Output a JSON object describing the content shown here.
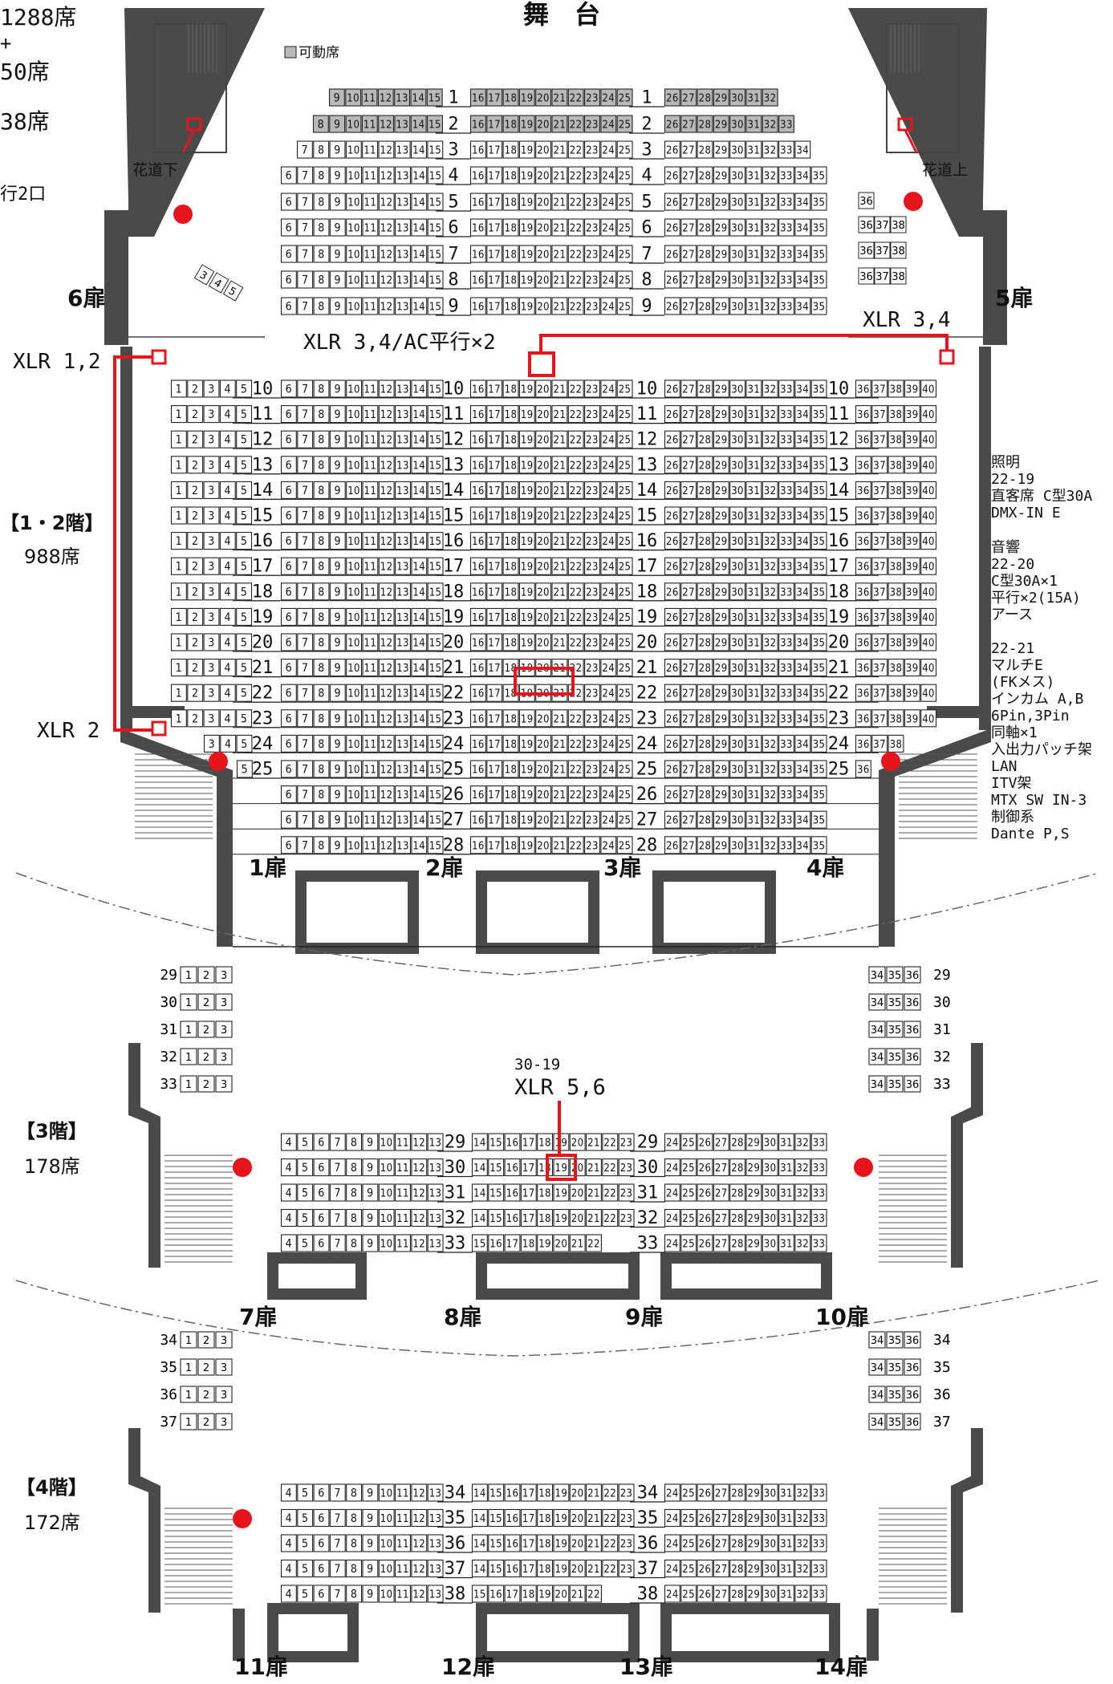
{
  "stage": "舞　台",
  "movable_legend": "可動席",
  "capacity_lines": [
    "1288席",
    "+",
    "50席",
    "38席",
    "行2口"
  ],
  "hanamichi": {
    "left": "花道下",
    "right": "花道上"
  },
  "labels": {
    "xlr12": "XLR 1,2",
    "xlr34_left": "XLR 3,4/AC平行×2",
    "xlr34_right": "XLR 3,4",
    "xlr2": "XLR 2",
    "circuit_3f": "30-19",
    "xlr56": "XLR 5,6"
  },
  "floors": {
    "f12_name": "【1・2階】",
    "f12_seats": "988席",
    "f3_name": "【3階】",
    "f3_seats": "178席",
    "f4_name": "【4階】",
    "f4_seats": "172席"
  },
  "doors": [
    "6扉",
    "5扉",
    "1扉",
    "2扉",
    "3扉",
    "4扉",
    "7扉",
    "8扉",
    "9扉",
    "10扉",
    "11扉",
    "12扉",
    "13扉",
    "14扉"
  ],
  "equipment": {
    "lighting_title": "照明",
    "lighting_circuit": "22-19",
    "lighting_desc": "直客席 C型30A",
    "lighting_dmx": "DMX-IN E",
    "sound_title": "音響",
    "sound_circuit_a": "22-20",
    "sound_a1": "C型30A×1",
    "sound_a2": "平行×2(15A)",
    "sound_a3": "アース",
    "sound_circuit_b": "22-21",
    "sound_b": [
      "マルチE",
      "(FKメス)",
      "インカム A,B",
      "6Pin,3Pin",
      "同軸×1",
      "入出力パッチ架",
      "LAN",
      "ITV架",
      "MTX SW IN-3",
      "制御系",
      "Dante P,S"
    ]
  },
  "colors": {
    "wall": "#4a4a4a",
    "marker": "#e8141c",
    "movable": "#b9b9b9"
  }
}
